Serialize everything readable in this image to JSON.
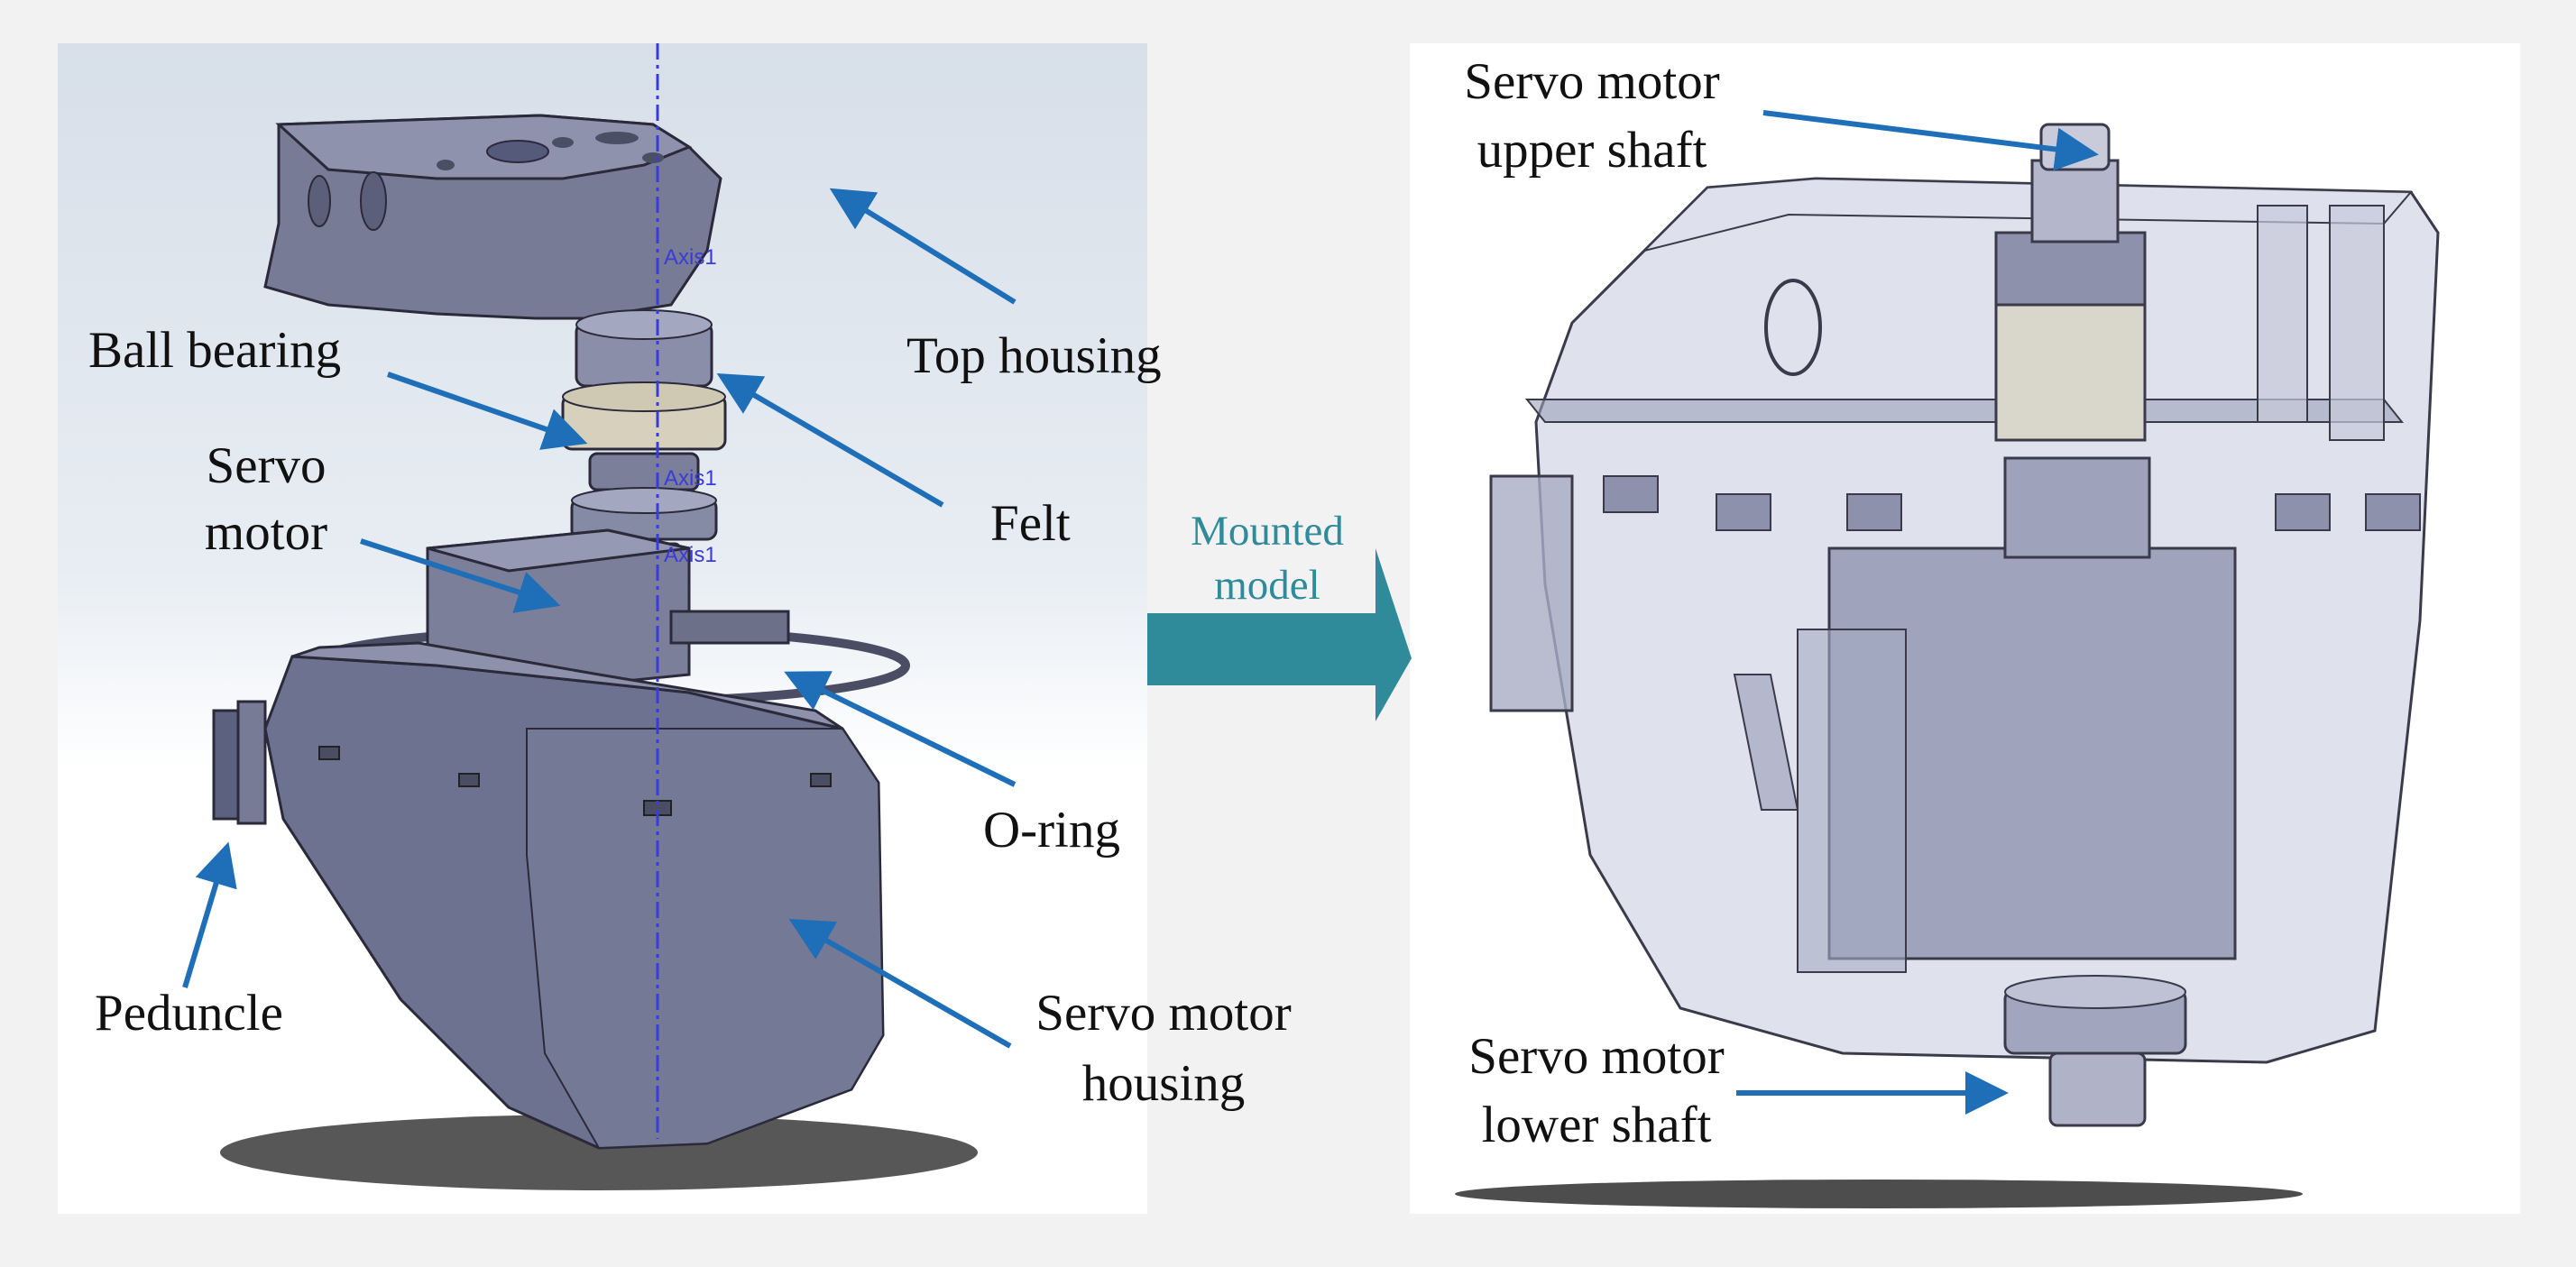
{
  "figure": {
    "left_panel": {
      "labels": {
        "ball_bearing": "Ball bearing",
        "servo_motor_1": "Servo",
        "servo_motor_2": "motor",
        "top_housing": "Top housing",
        "felt": "Felt",
        "o_ring": "O-ring",
        "peduncle": "Peduncle",
        "servo_motor_housing_1": "Servo motor",
        "servo_motor_housing_2": "housing"
      },
      "axis_labels": [
        "Axis1",
        "Axis1",
        "Axis1"
      ]
    },
    "transition": {
      "line1": "Mounted",
      "line2": "model"
    },
    "right_panel": {
      "labels": {
        "upper_shaft_1": "Servo motor",
        "upper_shaft_2": "upper shaft",
        "lower_shaft_1": "Servo motor",
        "lower_shaft_2": "lower shaft"
      }
    },
    "colors": {
      "arrow": "#1f6fb8",
      "transition_arrow": "#2f8a9a",
      "housing": "#6f7490",
      "axis": "#3b3bd9"
    }
  }
}
